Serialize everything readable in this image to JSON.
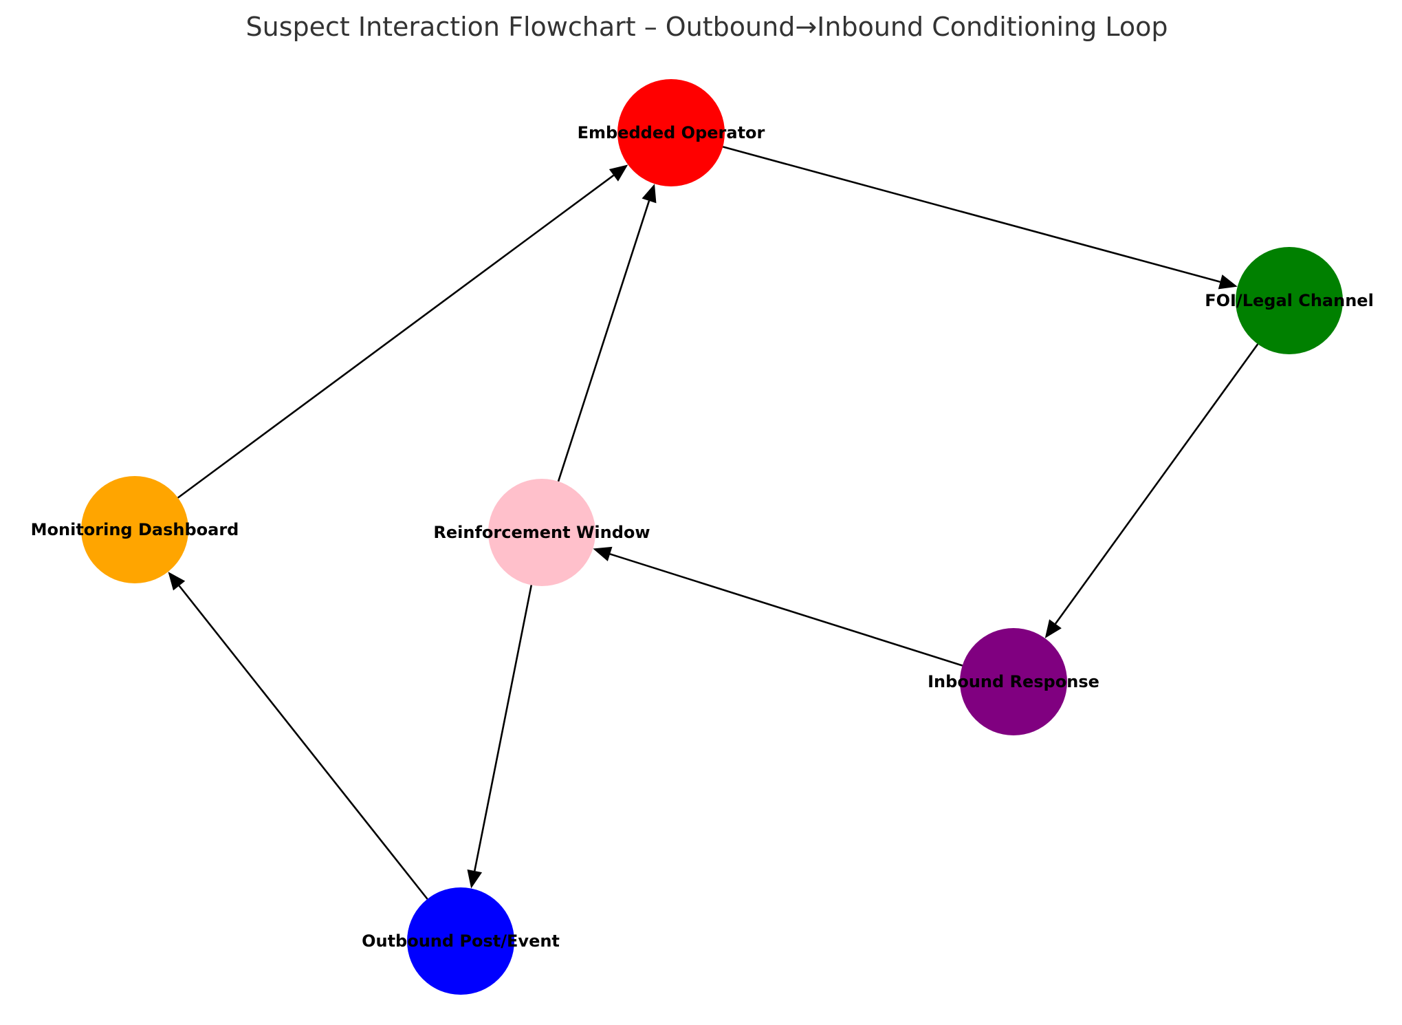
{
  "title": "Suspect Interaction Flowchart – Outbound→Inbound Conditioning Loop",
  "nodes": [
    {
      "id": "embedded_operator",
      "label": "Embedded Operator",
      "color": "#ff0000"
    },
    {
      "id": "foi_legal_channel",
      "label": "FOI/Legal Channel",
      "color": "#008000"
    },
    {
      "id": "inbound_response",
      "label": "Inbound Response",
      "color": "#800080"
    },
    {
      "id": "reinforcement_window",
      "label": "Reinforcement Window",
      "color": "#ffc0cb"
    },
    {
      "id": "outbound_post_event",
      "label": "Outbound Post/Event",
      "color": "#0000ff"
    },
    {
      "id": "monitoring_dashboard",
      "label": "Monitoring Dashboard",
      "color": "#ffa500"
    }
  ],
  "edges": [
    {
      "from": "embedded_operator",
      "to": "foi_legal_channel"
    },
    {
      "from": "foi_legal_channel",
      "to": "inbound_response"
    },
    {
      "from": "inbound_response",
      "to": "reinforcement_window"
    },
    {
      "from": "reinforcement_window",
      "to": "embedded_operator"
    },
    {
      "from": "reinforcement_window",
      "to": "outbound_post_event"
    },
    {
      "from": "outbound_post_event",
      "to": "monitoring_dashboard"
    },
    {
      "from": "monitoring_dashboard",
      "to": "embedded_operator"
    }
  ]
}
